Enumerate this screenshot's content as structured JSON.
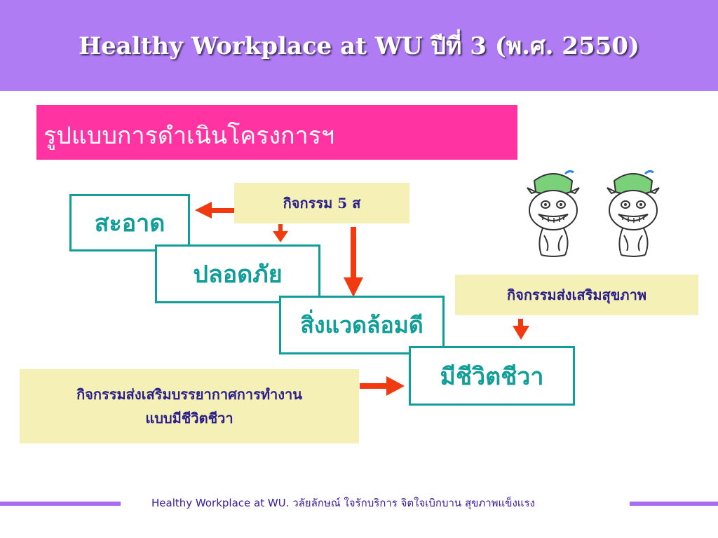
{
  "header": {
    "title": "Healthy Workplace at WU ปีที่ 3 (พ.ศ. 2550)"
  },
  "subtitle": "รูปแบบการดำเนินโครงการฯ",
  "nodes": {
    "clean": "สะอาด",
    "safe": "ปลอดภัย",
    "environment": "สิ่งแวดล้อมดี",
    "lively": "มีชีวิตชีวา"
  },
  "activities": {
    "five_s": "กิจกรรม 5 ส",
    "health_promotion": "กิจกรรมส่งเสริมสุขภาพ",
    "atmosphere_line1": "กิจกรรมส่งเสริมบรรยากาศการทำงาน",
    "atmosphere_line2": "แบบมีชีวิตชีวา"
  },
  "footer": "Healthy Workplace at WU. วลัยลักษณ์ ใจรักบริการ จิตใจเบิกบาน สุขภาพแข็งแรง",
  "colors": {
    "header": "#b07cf4",
    "subtitle_bar": "#ff33a1",
    "teal": "#119e99",
    "activity_fill": "#f5f0b5",
    "arrow": "#f23a10"
  }
}
